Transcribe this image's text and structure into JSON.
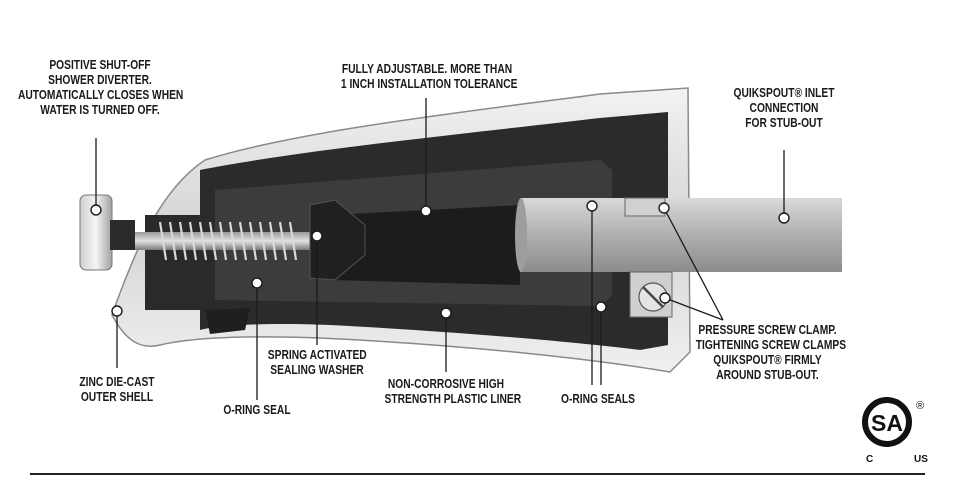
{
  "labels": {
    "diverter": [
      "POSITIVE SHUT-OFF",
      "SHOWER DIVERTER.",
      "AUTOMATICALLY CLOSES WHEN",
      "WATER IS TURNED OFF."
    ],
    "adjustable": [
      "FULLY ADJUSTABLE. MORE THAN",
      "1 INCH INSTALLATION TOLERANCE"
    ],
    "inlet": [
      "QUIKSPOUT® INLET",
      "CONNECTION",
      "FOR STUB-OUT"
    ],
    "shell": [
      "ZINC DIE-CAST",
      "OUTER SHELL"
    ],
    "oring_seal": [
      "O-RING SEAL"
    ],
    "washer": [
      "SPRING ACTIVATED",
      "SEALING WASHER"
    ],
    "liner": [
      "NON-CORROSIVE HIGH",
      "STRENGTH PLASTIC LINER"
    ],
    "oring_seals": [
      "O-RING SEALS"
    ],
    "clamp": [
      "PRESSURE SCREW CLAMP.",
      "TIGHTENING SCREW CLAMPS",
      "QUIKSPOUT® FIRMLY",
      "AROUND STUB-OUT."
    ]
  },
  "logo": {
    "letters": "SA",
    "left_mark": "C",
    "right_mark": "US",
    "registered": "®"
  },
  "colors": {
    "shell_light": "#e6e6e6",
    "shell_dark": "#9a9a9a",
    "liner": "#2b2b2b",
    "pipe": "#b9b9b9",
    "text": "#1a1a1a"
  }
}
